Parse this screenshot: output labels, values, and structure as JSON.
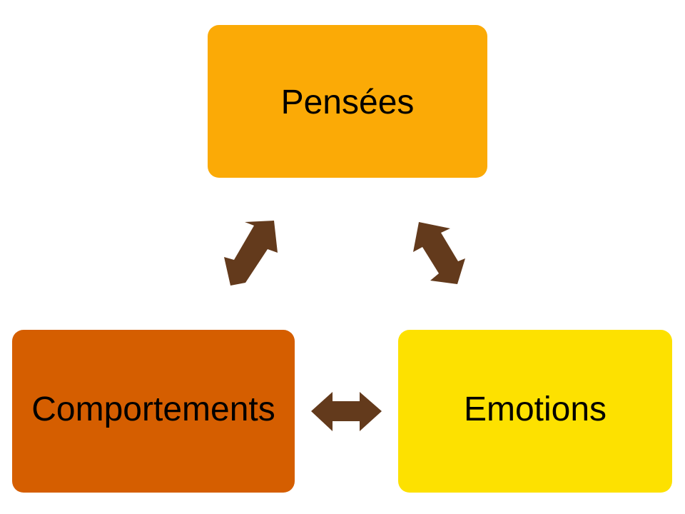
{
  "diagram": {
    "nodes": [
      {
        "id": "top",
        "label": "Pensées",
        "color": "#FBAA06"
      },
      {
        "id": "left",
        "label": "Comportements",
        "color": "#D55E00"
      },
      {
        "id": "right",
        "label": "Emotions",
        "color": "#FDE100"
      }
    ],
    "arrow_color": "#633A1C",
    "arrows": [
      {
        "from": "top",
        "to": "left",
        "direction": "bidirectional"
      },
      {
        "from": "top",
        "to": "right",
        "direction": "bidirectional"
      },
      {
        "from": "left",
        "to": "right",
        "direction": "bidirectional"
      }
    ]
  }
}
